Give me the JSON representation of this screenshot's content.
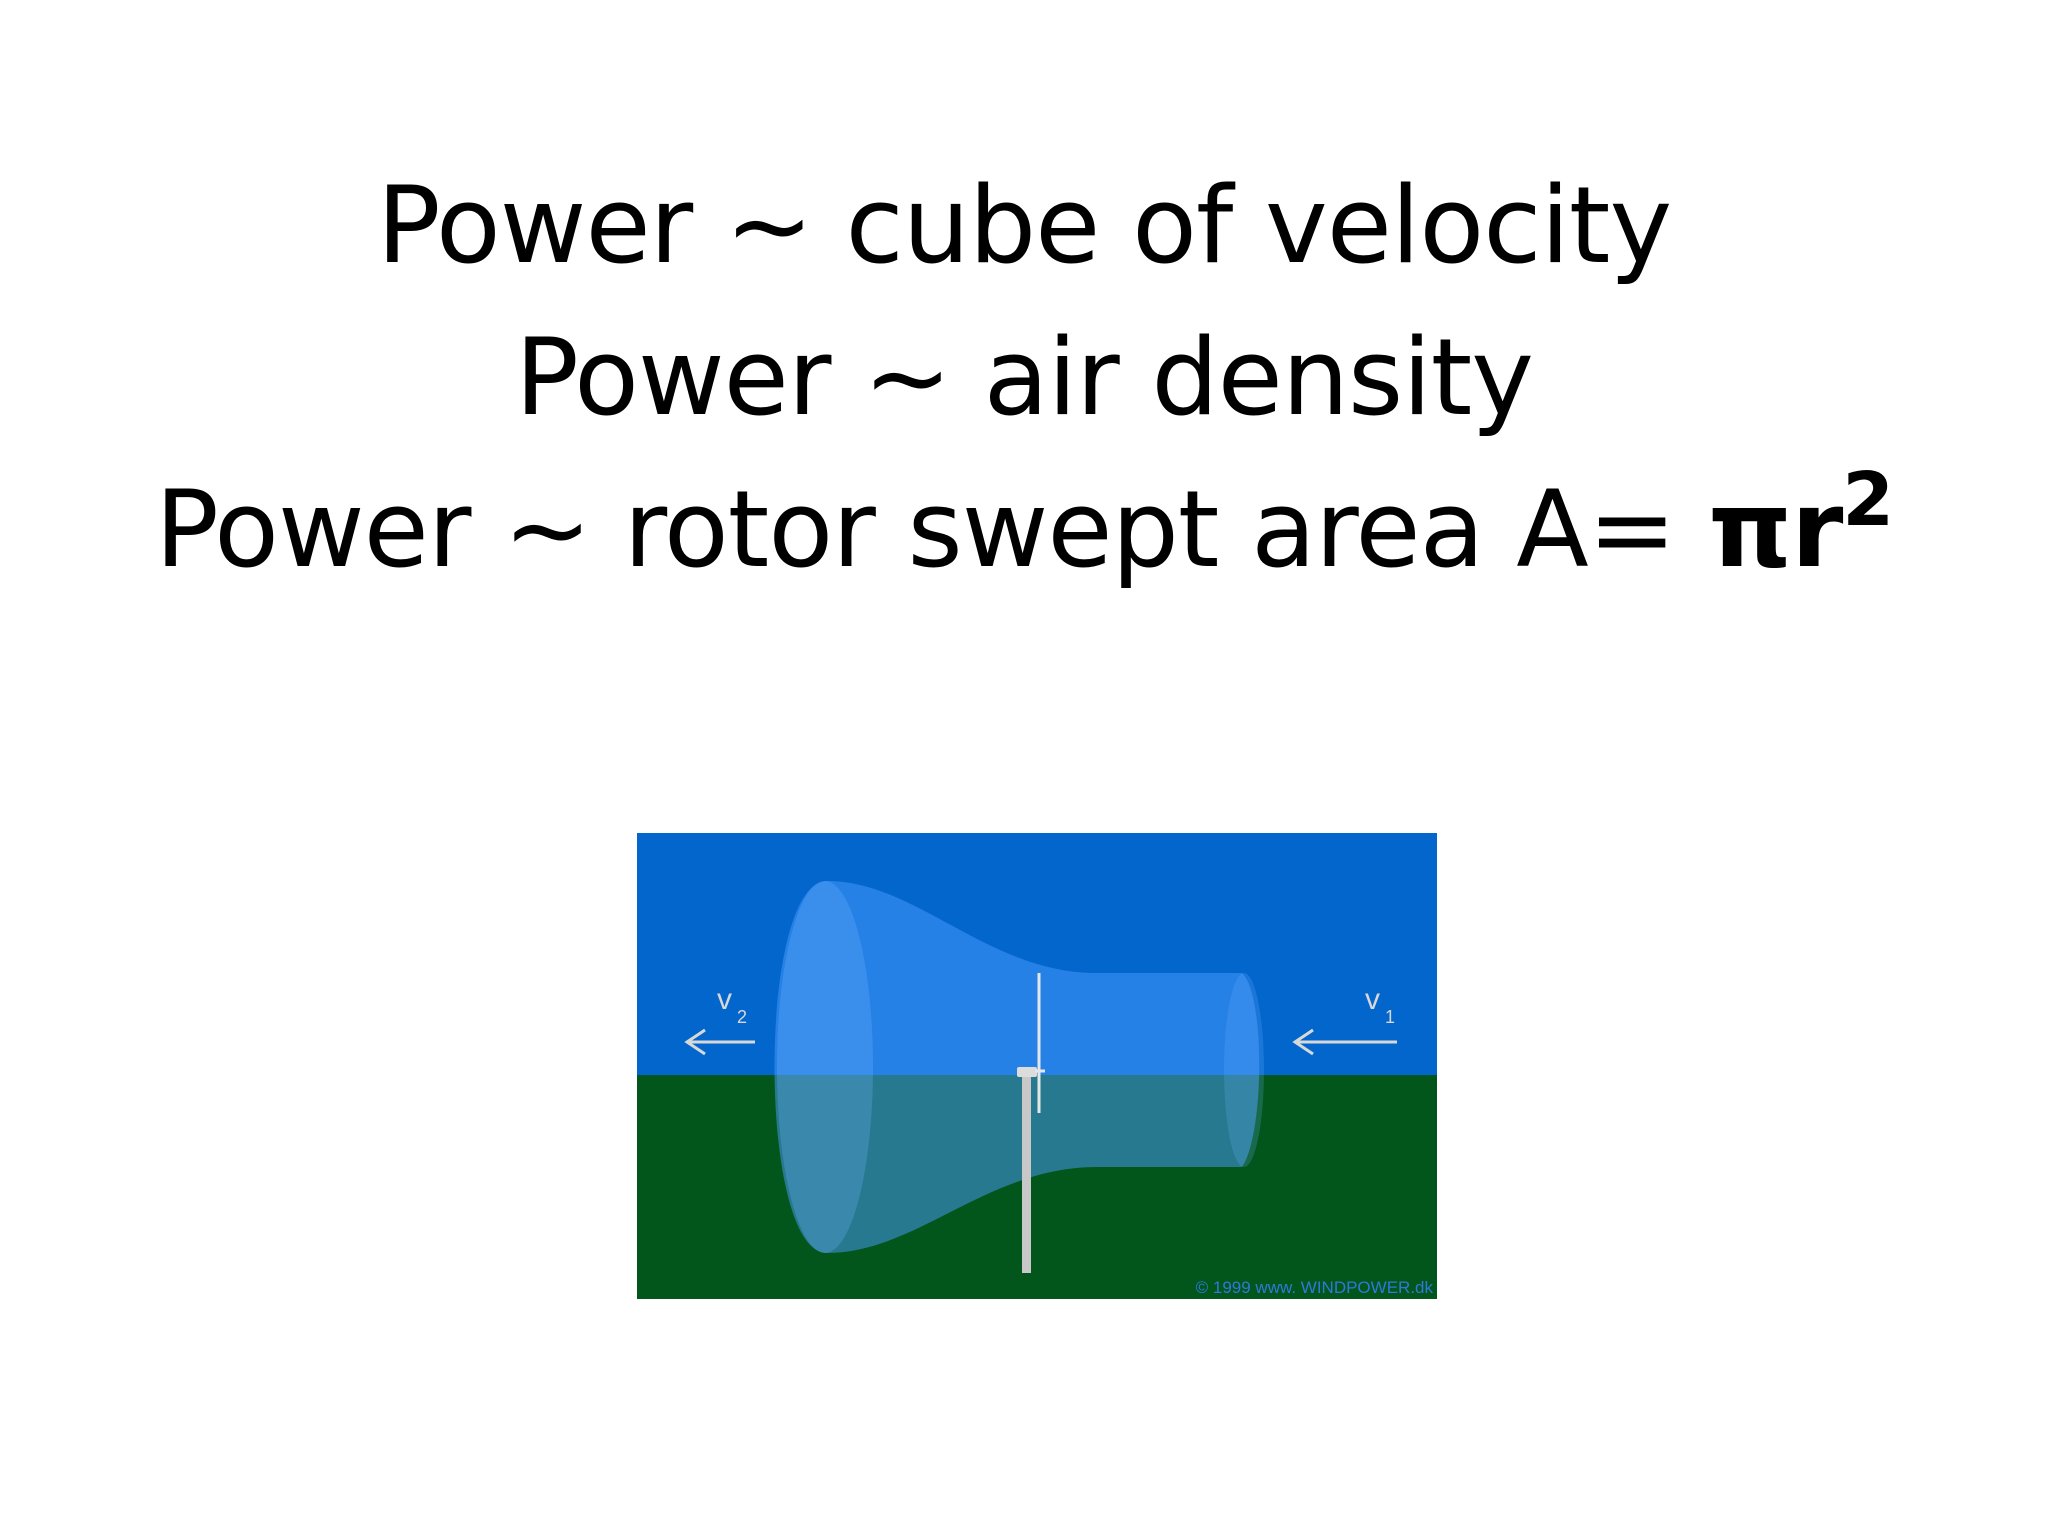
{
  "title": {
    "line1": "Power ~ cube of velocity",
    "line2": "Power ~ air density",
    "line3_text": "Power ~ rotor swept area A= ",
    "line3_formula": "πr",
    "line3_superscript": "2"
  },
  "diagram": {
    "label_v2": "v",
    "label_v2_sub": "2",
    "label_v1": "v",
    "label_v1_sub": "1",
    "copyright": "© 1999 www. WINDPOWER.dk",
    "colors": {
      "sky": "#0366cc",
      "ground": "#02561c",
      "tube": "#4a9cff",
      "arrow": "#d8d8d8"
    }
  }
}
